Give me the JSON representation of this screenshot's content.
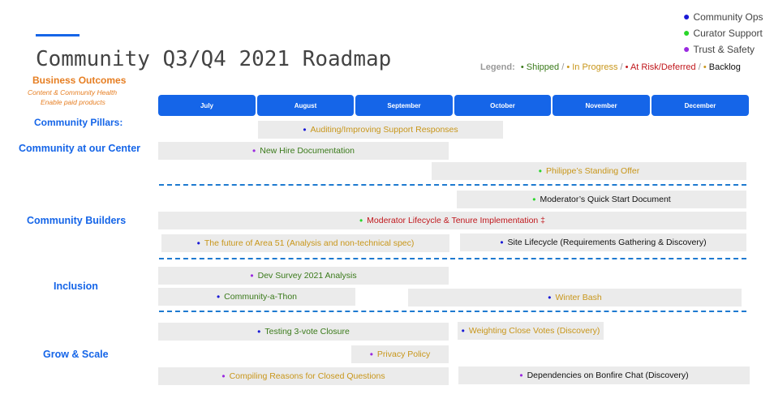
{
  "page": {
    "title": "Community Q3/Q4 2021 Roadmap",
    "business_outcomes": {
      "heading": "Business Outcomes",
      "items": [
        "Content & Community Health",
        "Enable paid products"
      ]
    },
    "pillars_heading": "Community Pillars:"
  },
  "category_legend": [
    {
      "label": "Community Ops",
      "color": "#1a1ad6"
    },
    {
      "label": "Curator Support",
      "color": "#2ad62a"
    },
    {
      "label": "Trust & Safety",
      "color": "#9a2ae0"
    }
  ],
  "status_legend": {
    "label": "Legend:",
    "items": [
      {
        "text": "Shipped",
        "color": "#3a7a1a"
      },
      {
        "text": "In Progress",
        "color": "#c8961a"
      },
      {
        "text": "At Risk/Deferred",
        "color": "#c0171c"
      },
      {
        "text": "Backlog",
        "color": "#111111"
      }
    ]
  },
  "months": [
    "July",
    "August",
    "September",
    "October",
    "November",
    "December"
  ],
  "rows": [
    {
      "label": "Community at our Center"
    },
    {
      "label": "Community Builders"
    },
    {
      "label": "Inclusion"
    },
    {
      "label": "Grow & Scale"
    }
  ],
  "items": [
    {
      "text": "Auditing/Improving Support Responses",
      "category": "Community Ops",
      "status": "In Progress"
    },
    {
      "text": "New Hire Documentation",
      "category": "Trust & Safety",
      "status": "Shipped"
    },
    {
      "text": "Philippe’s Standing Offer",
      "category": "Curator Support",
      "status": "In Progress"
    },
    {
      "text": "Moderator’s Quick Start Document",
      "category": "Curator Support",
      "status": "Backlog"
    },
    {
      "text": "Moderator Lifecycle & Tenure Implementation ‡",
      "category": "Curator Support",
      "status": "At Risk/Deferred"
    },
    {
      "text": "The future of Area 51  (Analysis and non-technical spec)",
      "category": "Community Ops",
      "status": "In Progress"
    },
    {
      "text": "Site Lifecycle (Requirements Gathering & Discovery)",
      "category": "Community Ops",
      "status": "Backlog"
    },
    {
      "text": "Dev Survey 2021 Analysis",
      "category": "Trust & Safety",
      "status": "Shipped"
    },
    {
      "text": "Community-a-Thon",
      "category": "Community Ops",
      "status": "Shipped"
    },
    {
      "text": "Winter Bash",
      "category": "Community Ops",
      "status": "In Progress"
    },
    {
      "text": "Testing 3-vote Closure",
      "category": "Community Ops",
      "status": "Shipped"
    },
    {
      "text": "Weighting Close Votes (Discovery)",
      "category": "Community Ops",
      "status": "In Progress"
    },
    {
      "text": "Privacy Policy",
      "category": "Trust & Safety",
      "status": "In Progress"
    },
    {
      "text": "Compiling Reasons for Closed Questions",
      "category": "Trust & Safety",
      "status": "In Progress"
    },
    {
      "text": "Dependencies on Bonfire Chat (Discovery)",
      "category": "Trust & Safety",
      "status": "Backlog"
    }
  ]
}
